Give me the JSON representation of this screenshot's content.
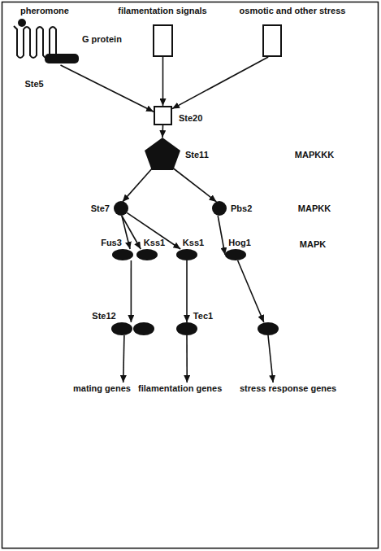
{
  "diagram": {
    "nodes": [
      {
        "text": [
          "pheromone",
          "G protein"
        ]
      },
      {
        "text": [
          "filamentation signals"
        ]
      },
      {
        "text": [
          "osmotic and other stress"
        ]
      },
      {
        "text": [
          "Ste20"
        ]
      },
      {
        "text": [
          "Ste11"
        ]
      },
      {
        "text": [
          "Ste7"
        ]
      },
      {
        "text": [
          "Pbs2"
        ]
      },
      {
        "text": [
          "Fus3"
        ]
      },
      {
        "text": [
          "Kss1"
        ]
      },
      {
        "text": [
          "Kss1"
        ]
      },
      {
        "text": [
          "Hog1"
        ]
      },
      {
        "text": [
          "Ste12"
        ]
      },
      {
        "text": [
          "Tec1"
        ]
      },
      {
        "text": []
      },
      {
        "text": [
          "mating genes"
        ]
      },
      {
        "text": [
          "filamentation genes"
        ]
      },
      {
        "text": [
          "stress response genes"
        ]
      }
    ],
    "edges": [
      {
        "from": 0,
        "to": 3,
        "arrow": "to",
        "label": "Ste5"
      },
      {
        "from": 1,
        "to": 3,
        "arrow": "to"
      },
      {
        "from": 2,
        "to": 3,
        "arrow": "to"
      },
      {
        "from": 3,
        "to": 4,
        "arrow": "to"
      },
      {
        "from": 4,
        "to": 5,
        "arrow": "to"
      },
      {
        "from": 4,
        "to": 6,
        "arrow": "to"
      },
      {
        "from": 5,
        "to": 7,
        "arrow": "to"
      },
      {
        "from": 5,
        "to": 8,
        "arrow": "to"
      },
      {
        "from": 5,
        "to": 9,
        "arrow": "to"
      },
      {
        "from": 6,
        "to": 10,
        "arrow": "to"
      },
      {
        "from": 7,
        "to": 11,
        "arrow": "to"
      },
      {
        "from": 9,
        "to": 12,
        "arrow": "to"
      },
      {
        "from": 10,
        "to": 13,
        "arrow": "to"
      },
      {
        "from": 11,
        "to": 14,
        "arrow": "to"
      },
      {
        "from": 12,
        "to": 15,
        "arrow": "to"
      },
      {
        "from": 13,
        "to": 16,
        "arrow": "to"
      }
    ],
    "labels": [
      "MAPKKK",
      "MAPKK",
      "MAPK"
    ]
  }
}
